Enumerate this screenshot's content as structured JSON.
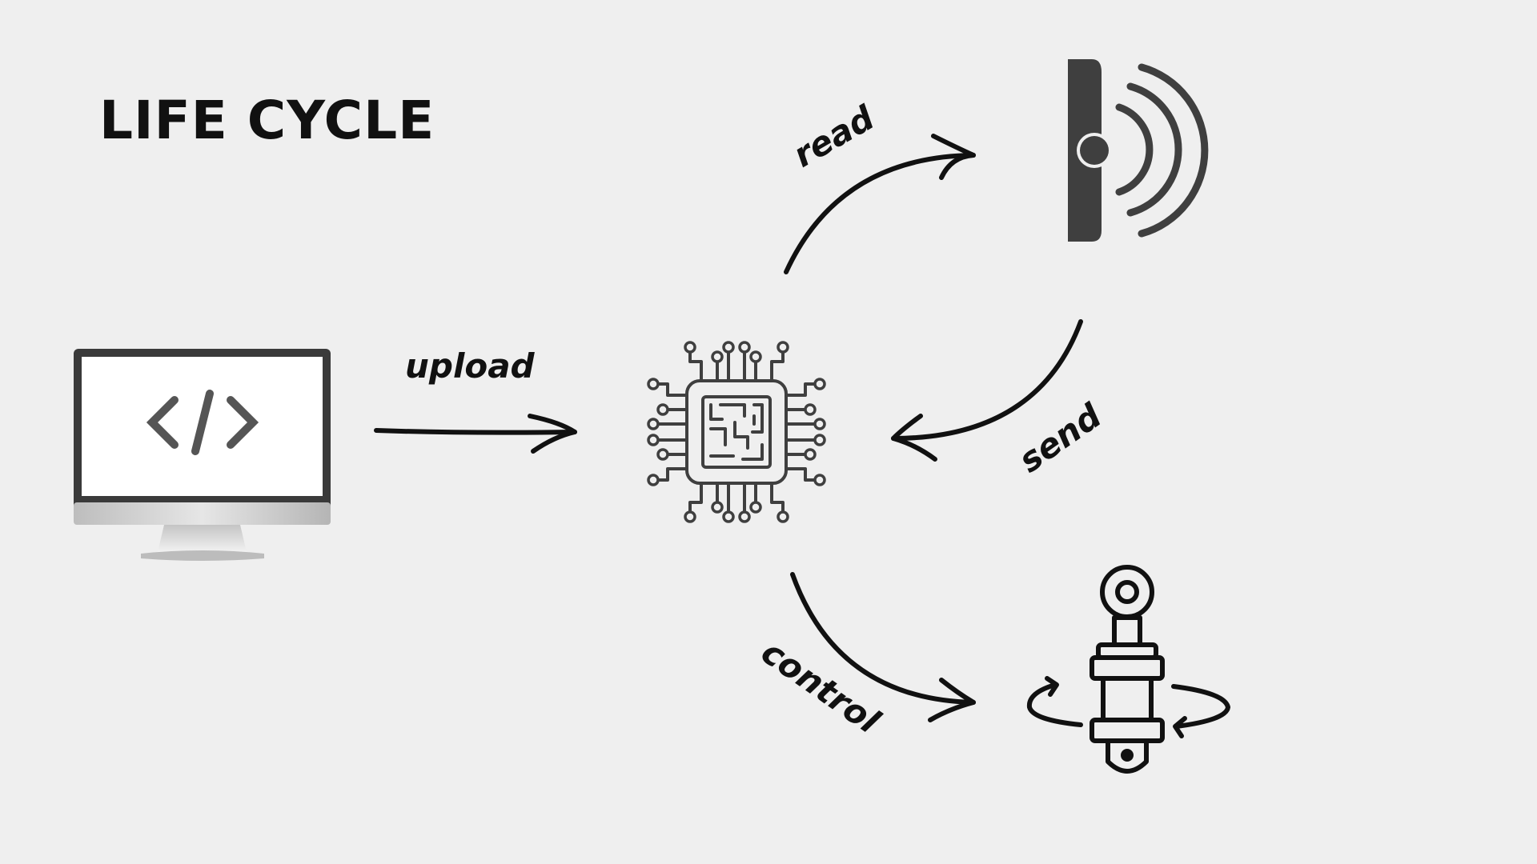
{
  "title": "LIFE CYCLE",
  "labels": {
    "upload": "upload",
    "read": "read",
    "send": "send",
    "control": "control"
  },
  "nodes": {
    "computer": {
      "icon": "monitor-code-icon"
    },
    "microcontroller": {
      "icon": "microchip-icon"
    },
    "sensor": {
      "icon": "wireless-sensor-icon"
    },
    "actuator": {
      "icon": "rotary-actuator-icon"
    }
  },
  "colors": {
    "background": "#efefef",
    "ink": "#111111",
    "icon_dark": "#3f3f3f"
  }
}
